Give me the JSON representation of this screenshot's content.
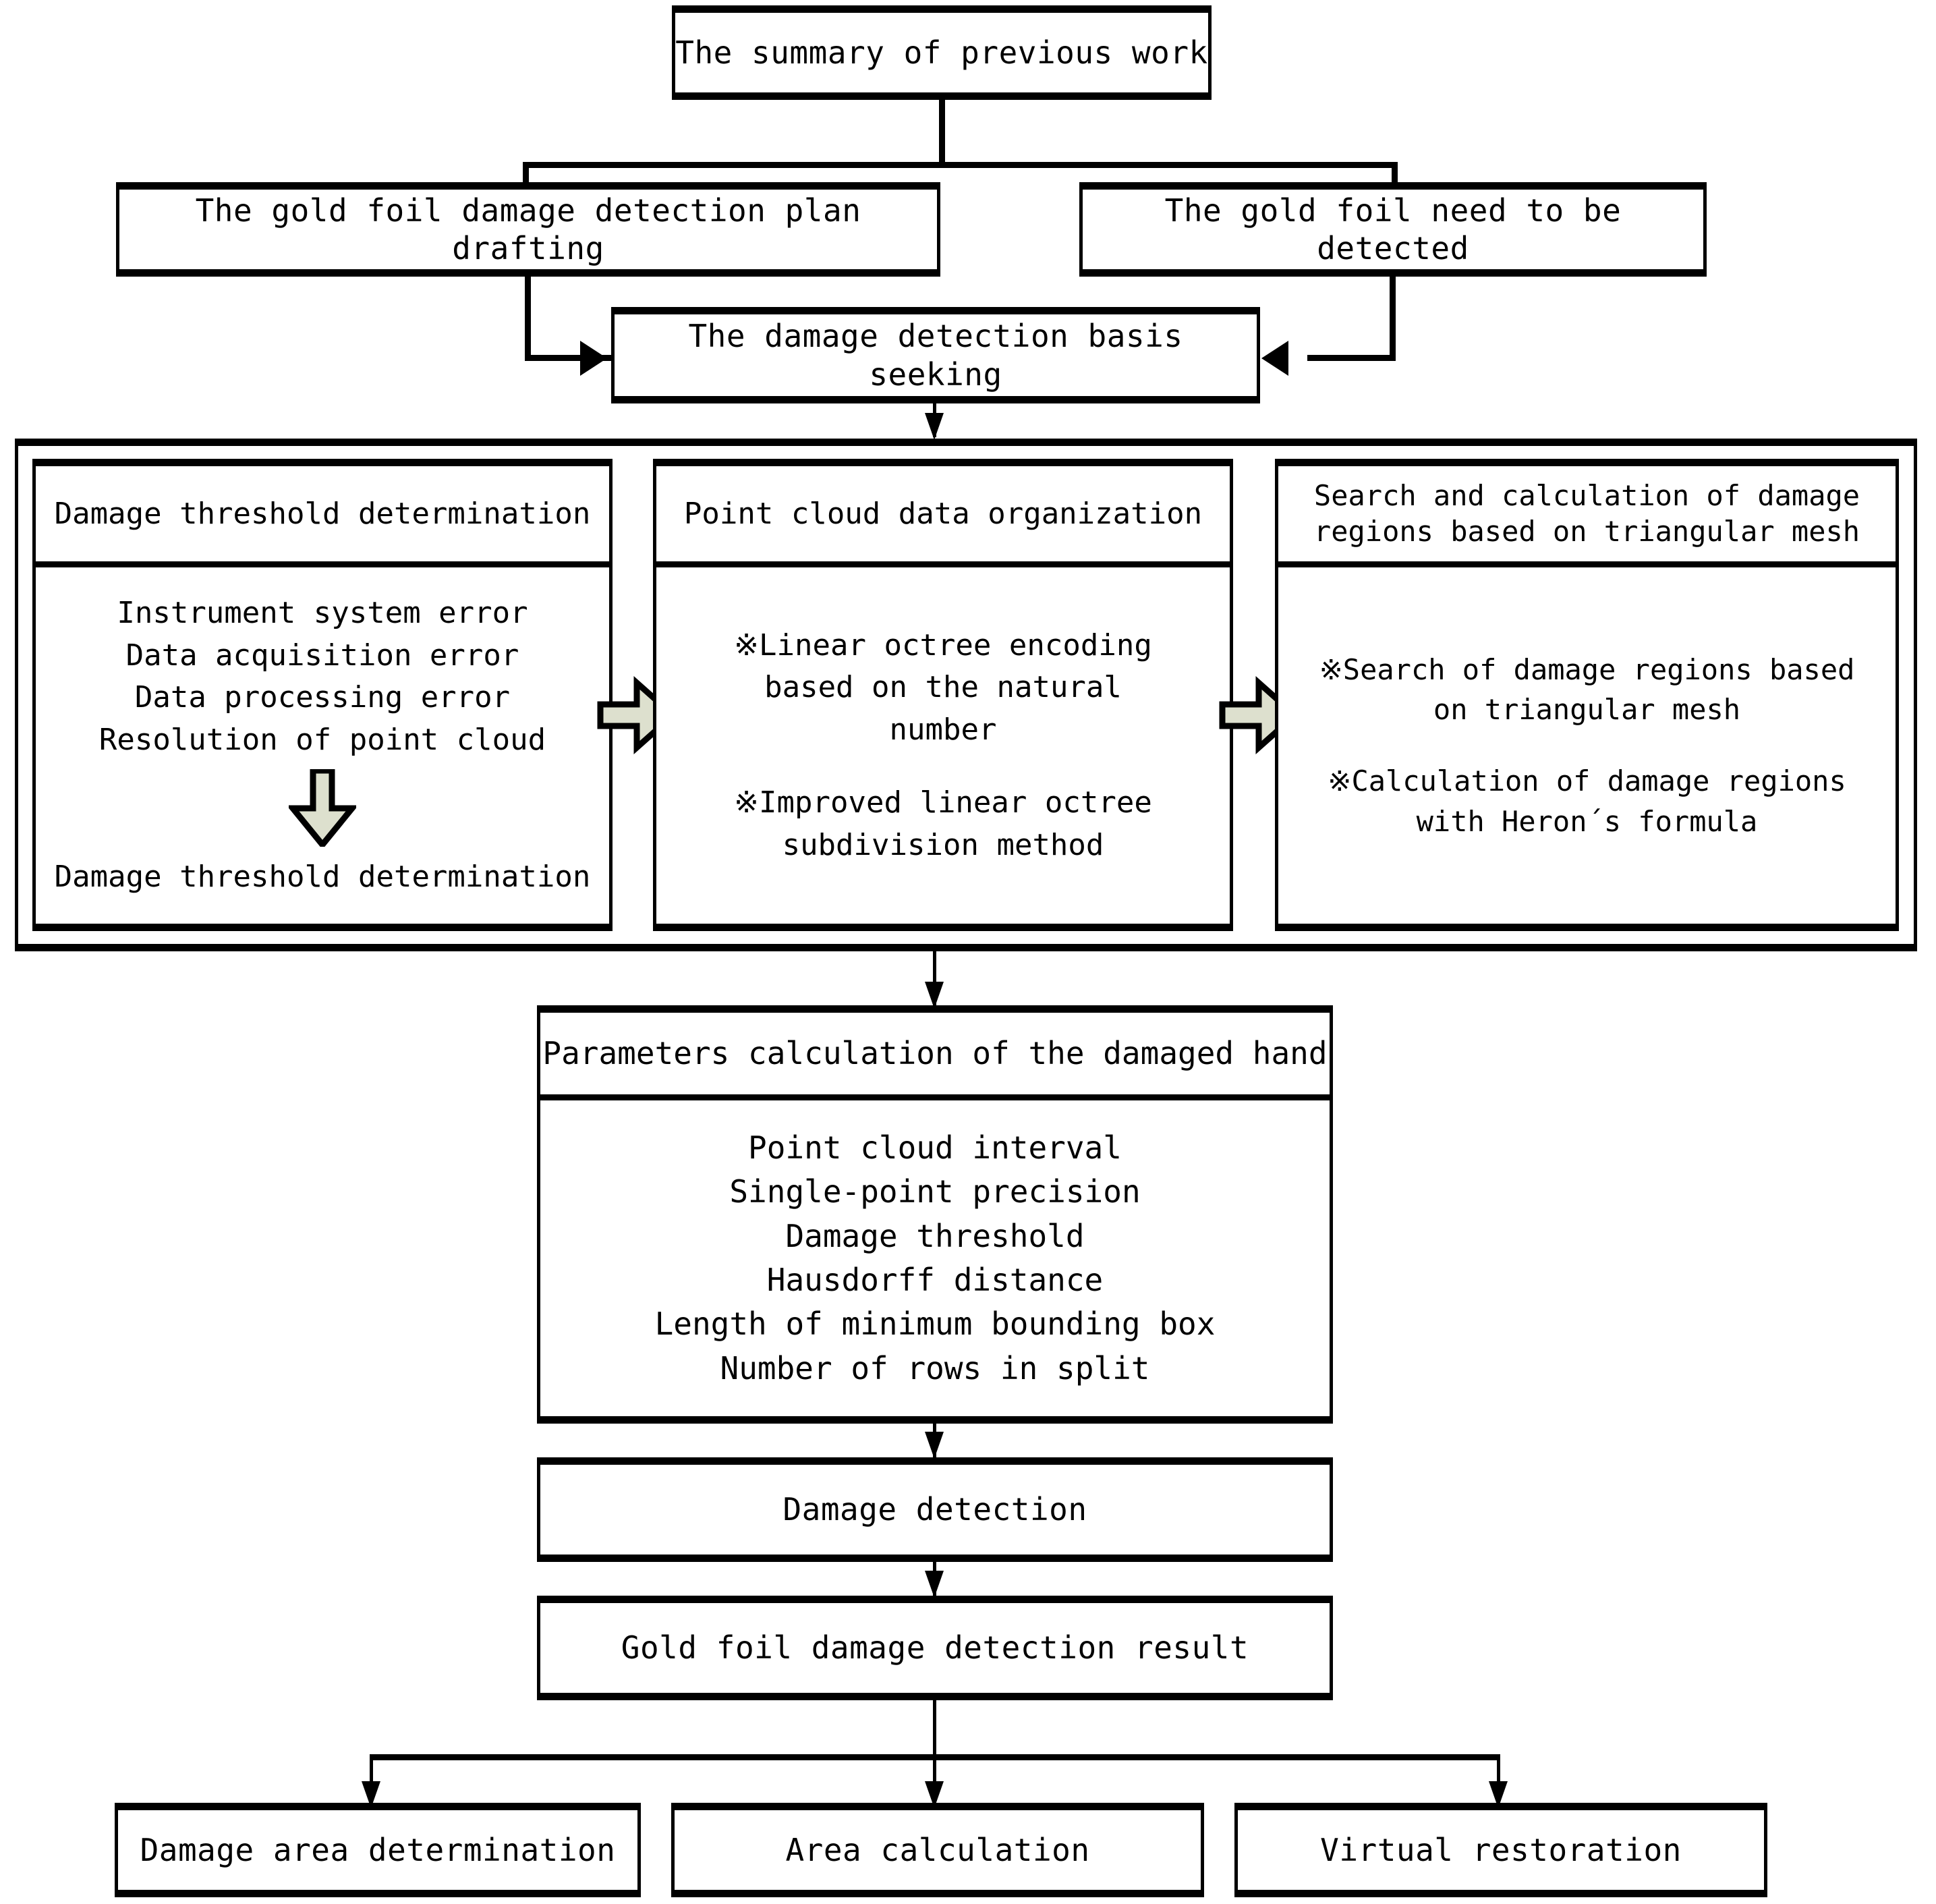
{
  "diagram": {
    "title": "Gold foil damage detection workflow",
    "accent_color": "#dde0ce",
    "line_color": "#000000",
    "background": "#ffffff"
  },
  "nodes": {
    "summary": "The summary of previous work",
    "plan_drafting": "The gold foil damage detection plan drafting",
    "need_detected": "The gold foil need to be detected",
    "basis_seeking": "The damage detection basis seeking",
    "damage_detection": "Damage detection",
    "detection_result": "Gold foil damage detection result"
  },
  "panels": [
    {
      "key": "threshold",
      "header": "Damage threshold determination",
      "lines_top": [
        "Instrument system error",
        "Data acquisition error",
        "Data processing error",
        "Resolution of point cloud"
      ],
      "arrow": "down-block-arrow",
      "lines_bottom": [
        "Damage threshold determination"
      ]
    },
    {
      "key": "organization",
      "header": "Point cloud data organization",
      "group_a": [
        "※Linear octree encoding",
        "based on the natural",
        "number"
      ],
      "group_b": [
        "※Improved linear octree",
        "subdivision method"
      ]
    },
    {
      "key": "search_calc",
      "header_lines": [
        "Search and calculation of damage",
        "regions based on triangular mesh"
      ],
      "group_a": [
        "※Search of damage regions based",
        "on triangular mesh"
      ],
      "group_b": [
        "※Calculation of damage regions",
        "with Heron´s formula"
      ]
    }
  ],
  "parameters_panel": {
    "header": "Parameters calculation of the damaged hand",
    "items": [
      "Point cloud interval",
      "Single-point precision",
      "Damage threshold",
      "Hausdorff distance",
      "Length of minimum bounding box",
      "Number of rows in split"
    ]
  },
  "outputs": [
    "Damage area determination",
    "Area calculation",
    "Virtual restoration"
  ],
  "icons": {
    "block_arrow_right": "block-arrow-right-icon",
    "block_arrow_down": "block-arrow-down-icon",
    "arrowhead_down": "arrowhead-down-icon",
    "arrowhead_left": "arrowhead-left-icon",
    "arrowhead_right": "arrowhead-right-icon"
  }
}
